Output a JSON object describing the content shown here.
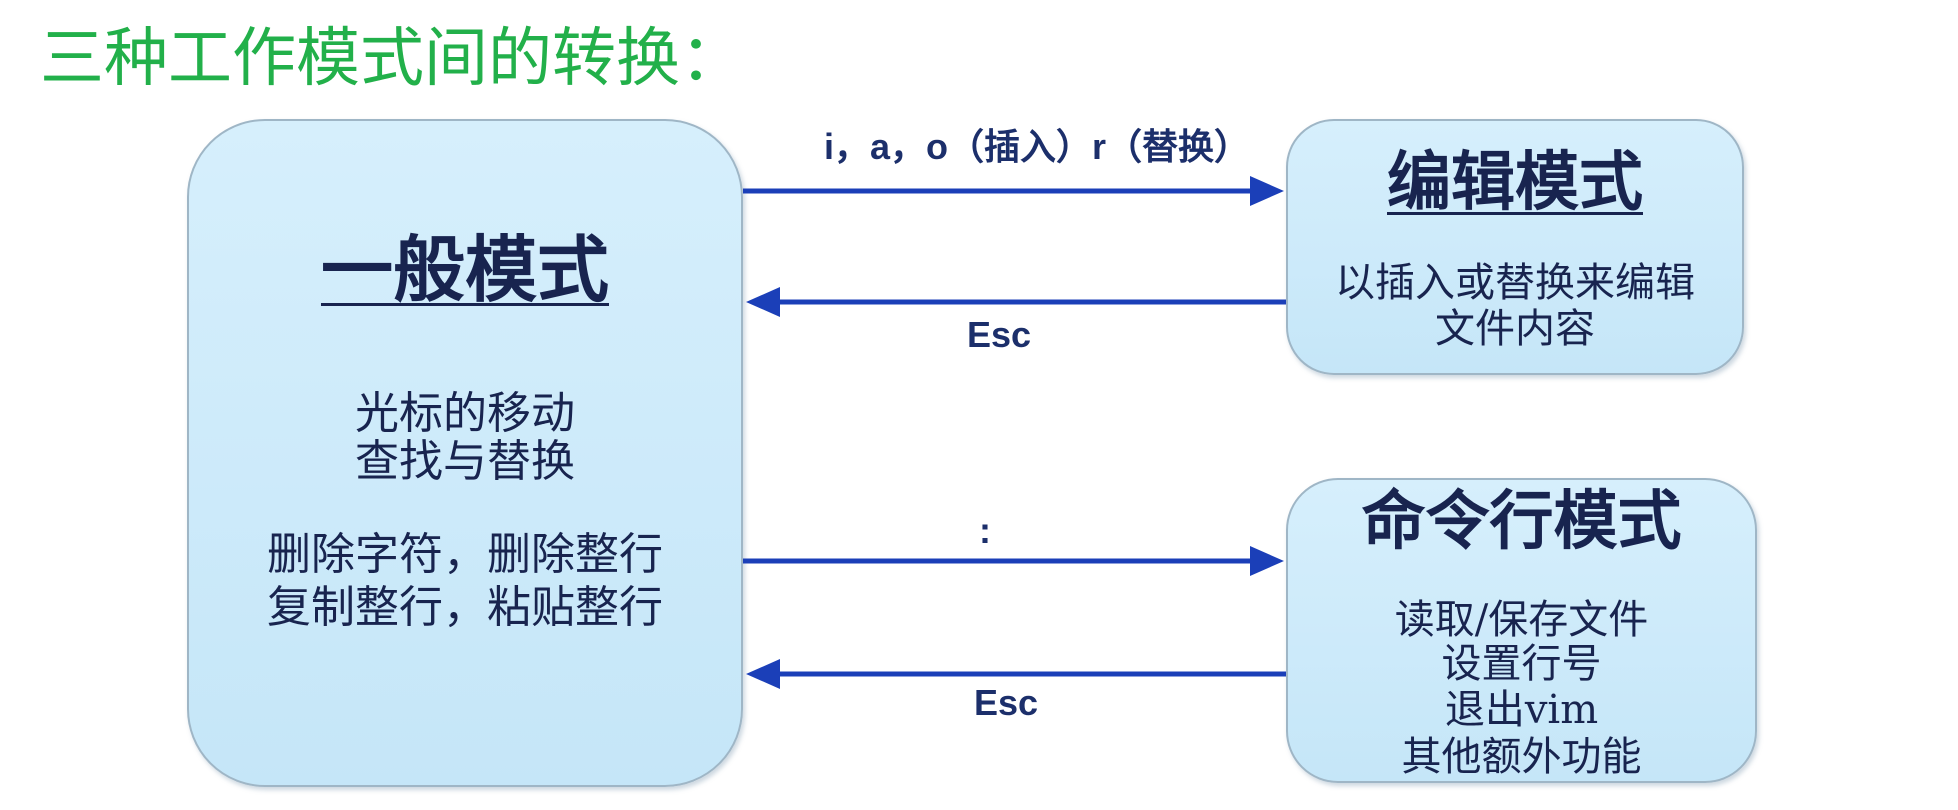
{
  "title": "三种工作模式间的转换：",
  "normal_mode": {
    "title": "一般模式",
    "lines": [
      "光标的移动",
      "查找与替换",
      "删除字符，删除整行",
      "复制整行，粘贴整行"
    ]
  },
  "edit_mode": {
    "title": "编辑模式",
    "lines": [
      "以插入或替换来编辑",
      "文件内容"
    ]
  },
  "command_mode": {
    "title": "命令行模式",
    "lines": [
      "读取/保存文件",
      "设置行号",
      "退出vim",
      "其他额外功能"
    ]
  },
  "transitions": {
    "normal_to_edit": "i，a，o（插入）r（替换）",
    "edit_to_normal": "Esc",
    "normal_to_command": ":",
    "command_to_normal": "Esc"
  },
  "colors": {
    "title_green": "#22b04a",
    "box_fill": "#cce9f9",
    "box_border": "#9fb6c6",
    "arrow_blue": "#1b3fb8",
    "text_navy": "#18244f"
  }
}
